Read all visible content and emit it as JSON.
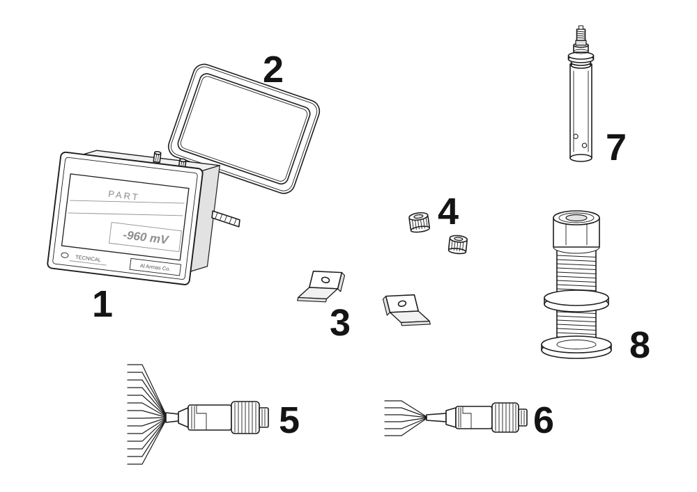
{
  "page": {
    "background": "#ffffff",
    "line_color": "#1c1c1c"
  },
  "parts": [
    {
      "label": "1"
    },
    {
      "label": "2"
    },
    {
      "label": "3"
    },
    {
      "label": "4"
    },
    {
      "label": "5"
    },
    {
      "label": "6"
    },
    {
      "label": "7"
    },
    {
      "label": "8"
    }
  ],
  "meter": {
    "display_title": "PART",
    "display_value": "-960 mV",
    "brand_left": "TECNICAL",
    "brand_right": "Al Armas Co."
  }
}
